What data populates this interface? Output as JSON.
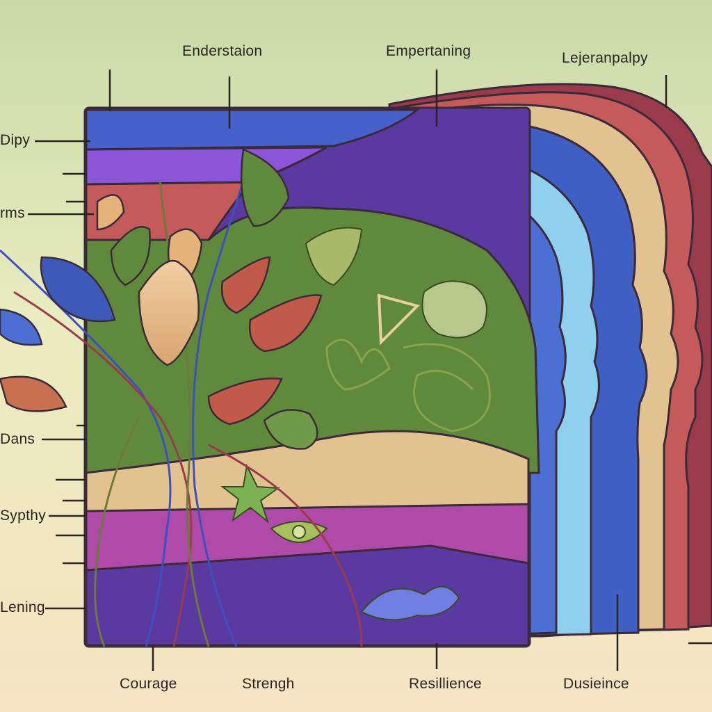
{
  "labels": {
    "top": [
      "Enderstaion",
      "Empertaning",
      "Lejeranpalpy"
    ],
    "left": [
      "Dipy",
      "rms",
      "Dans",
      "Sypthy",
      "Lening"
    ],
    "bottom": [
      "Courage",
      "Strengh",
      "Resillience",
      "Dusieince"
    ]
  },
  "colors": {
    "background_top": "#c9d9a8",
    "background_bottom": "#f6e4c2",
    "outline": "#3a2a3a",
    "band_purple": "#5a3aa0",
    "band_magenta": "#b04aa8",
    "band_tan": "#e2c28f",
    "band_green": "#5f8a3c",
    "band_light_blue": "#8fd0ef",
    "band_blue": "#3e5fc4",
    "band_red": "#c55a5a",
    "band_maroon": "#9a3b4c",
    "leaf_red": "#c25a4a",
    "leaf_blue": "#3e5ab8",
    "leaf_green": "#5f8a3c"
  }
}
